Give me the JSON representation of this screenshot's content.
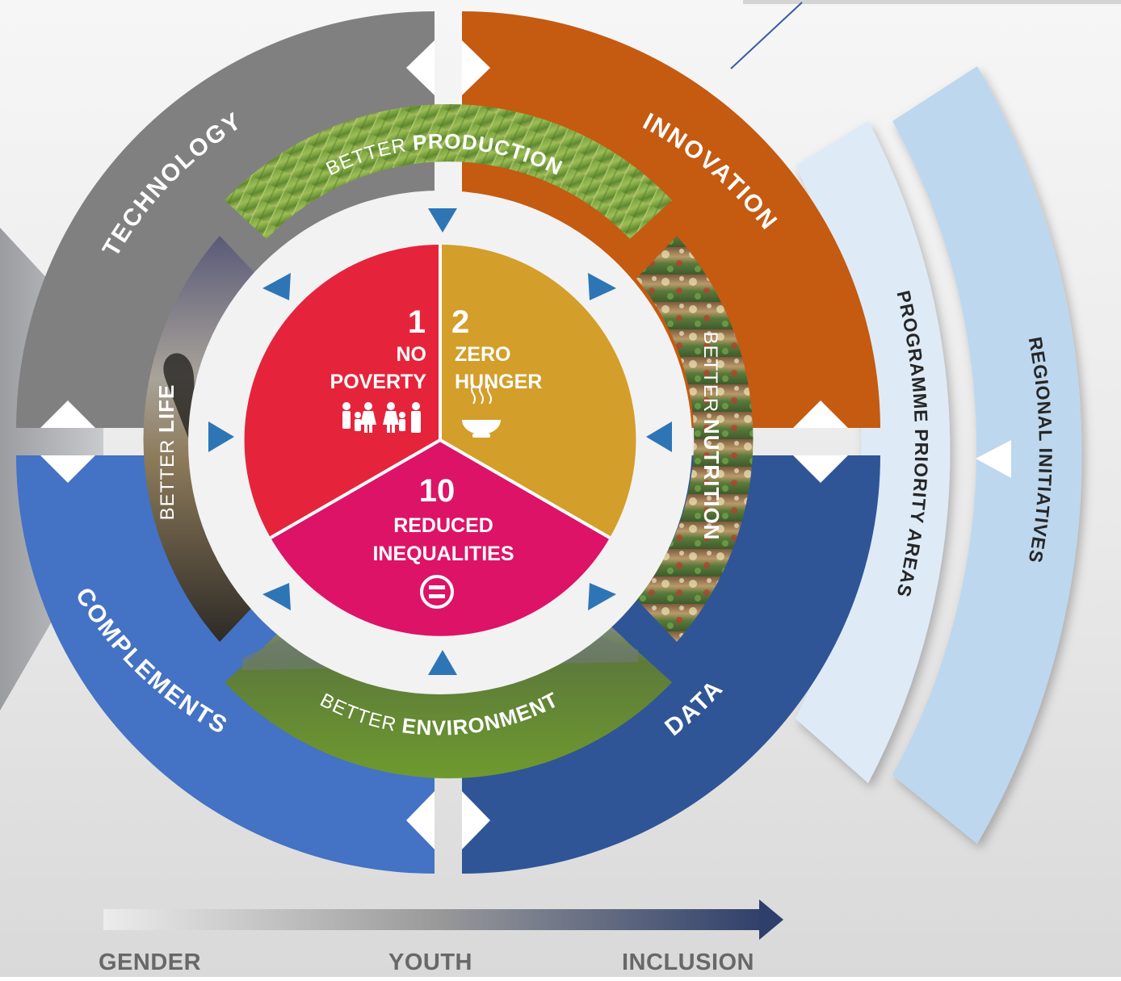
{
  "outer_ring": {
    "technology": "TECHNOLOGY",
    "innovation": "INNOVATION",
    "complements": "COMPLEMENTS",
    "data": "DATA",
    "colors": {
      "technology": "#808080",
      "innovation": "#c55a11",
      "complements": "#4472c4",
      "data": "#2f5597"
    }
  },
  "pillars": {
    "production": {
      "prefix": "BETTER",
      "word": "PRODUCTION"
    },
    "nutrition": {
      "prefix": "BETTER",
      "word": "NUTRITION"
    },
    "environment": {
      "prefix": "BETTER",
      "word": "ENVIRONMENT"
    },
    "life": {
      "prefix": "BETTER",
      "word": "LIFE"
    }
  },
  "sdgs": [
    {
      "number": "1",
      "line1": "NO",
      "line2": "POVERTY",
      "color": "#e5243b",
      "icon": "family-icon"
    },
    {
      "number": "2",
      "line1": "ZERO",
      "line2": "HUNGER",
      "color": "#dda63a",
      "icon": "bowl-icon"
    },
    {
      "number": "10",
      "line1": "REDUCED",
      "line2": "INEQUALITIES",
      "color": "#dd1367",
      "icon": "equal-icon"
    }
  ],
  "arcs": {
    "programme": "PROGRAMME PRIORITY AREAS",
    "regional": "REGIONAL INITIATIVES",
    "colors": {
      "programme": "#deebf7",
      "regional": "#bdd7ee"
    }
  },
  "bottom_bar": {
    "labels": [
      "GENDER",
      "YOUTH",
      "INCLUSION"
    ],
    "arrow_color": "#2f3f6b"
  }
}
